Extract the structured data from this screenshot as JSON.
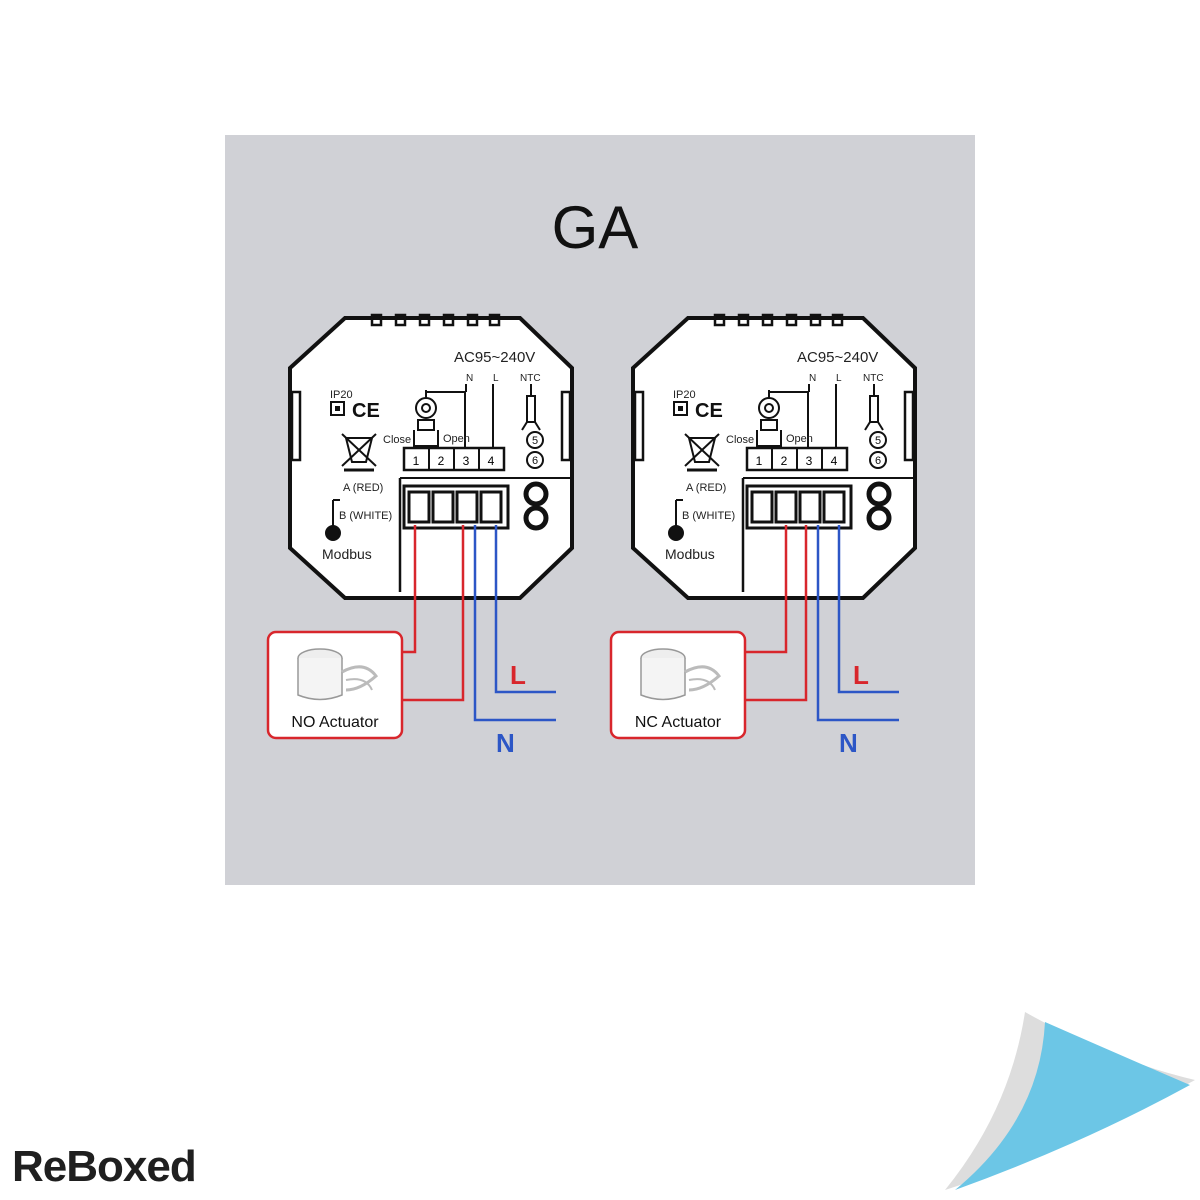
{
  "title": "GA",
  "units": [
    {
      "id": "left",
      "voltage": "AC95~240V",
      "label_n": "N",
      "label_l": "L",
      "label_ntc": "NTC",
      "label_ip": "IP20",
      "label_ce": "CE",
      "label_close": "Close",
      "label_open": "Open",
      "terminals": [
        "1",
        "2",
        "3",
        "4"
      ],
      "ntc_terminals": [
        "5",
        "6"
      ],
      "label_a": "A (RED)",
      "label_b": "B (WHITE)",
      "label_modbus": "Modbus",
      "actuator": "NO Actuator",
      "line_l": "L",
      "line_n": "N"
    },
    {
      "id": "right",
      "voltage": "AC95~240V",
      "label_n": "N",
      "label_l": "L",
      "label_ntc": "NTC",
      "label_ip": "IP20",
      "label_ce": "CE",
      "label_close": "Close",
      "label_open": "Open",
      "terminals": [
        "1",
        "2",
        "3",
        "4"
      ],
      "ntc_terminals": [
        "5",
        "6"
      ],
      "label_a": "A (RED)",
      "label_b": "B (WHITE)",
      "label_modbus": "Modbus",
      "actuator": "NC Actuator",
      "line_l": "L",
      "line_n": "N"
    }
  ],
  "brand": {
    "re": "Re",
    "boxed": "Boxed"
  },
  "colors": {
    "panel": "#d0d1d6",
    "wire_red": "#d8262c",
    "wire_blue": "#2c56c6",
    "accent_cyan": "#6cc6e6",
    "outline": "#111111"
  }
}
